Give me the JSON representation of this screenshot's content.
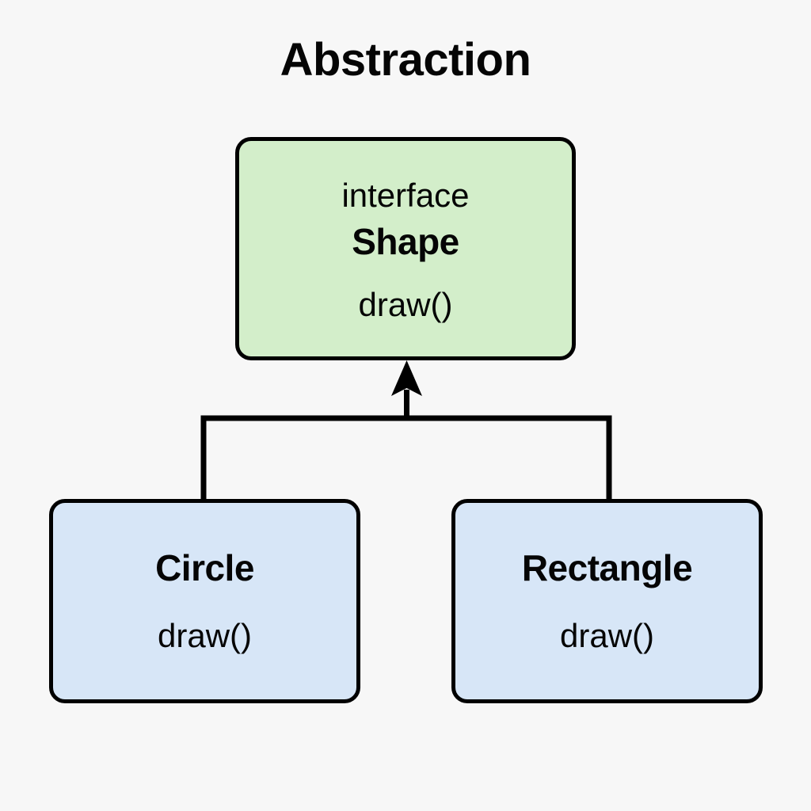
{
  "title": "Abstraction",
  "background_color": "#f7f7f7",
  "diagram": {
    "type": "uml-class-diagram",
    "relationship": "implements",
    "interface_node": {
      "id": "shape",
      "stereotype": "interface",
      "name": "Shape",
      "members": [
        "draw()"
      ],
      "fill_color": "#d3eeca",
      "border_color": "#000000"
    },
    "implementation_nodes": [
      {
        "id": "circle",
        "name": "Circle",
        "members": [
          "draw()"
        ],
        "fill_color": "#d7e6f7",
        "border_color": "#000000"
      },
      {
        "id": "rectangle",
        "name": "Rectangle",
        "members": [
          "draw()"
        ],
        "fill_color": "#d7e6f7",
        "border_color": "#000000"
      }
    ],
    "connector": {
      "name": "inheritance-arrow",
      "arrow_style": "solid-triangle-up",
      "color": "#000000"
    }
  }
}
